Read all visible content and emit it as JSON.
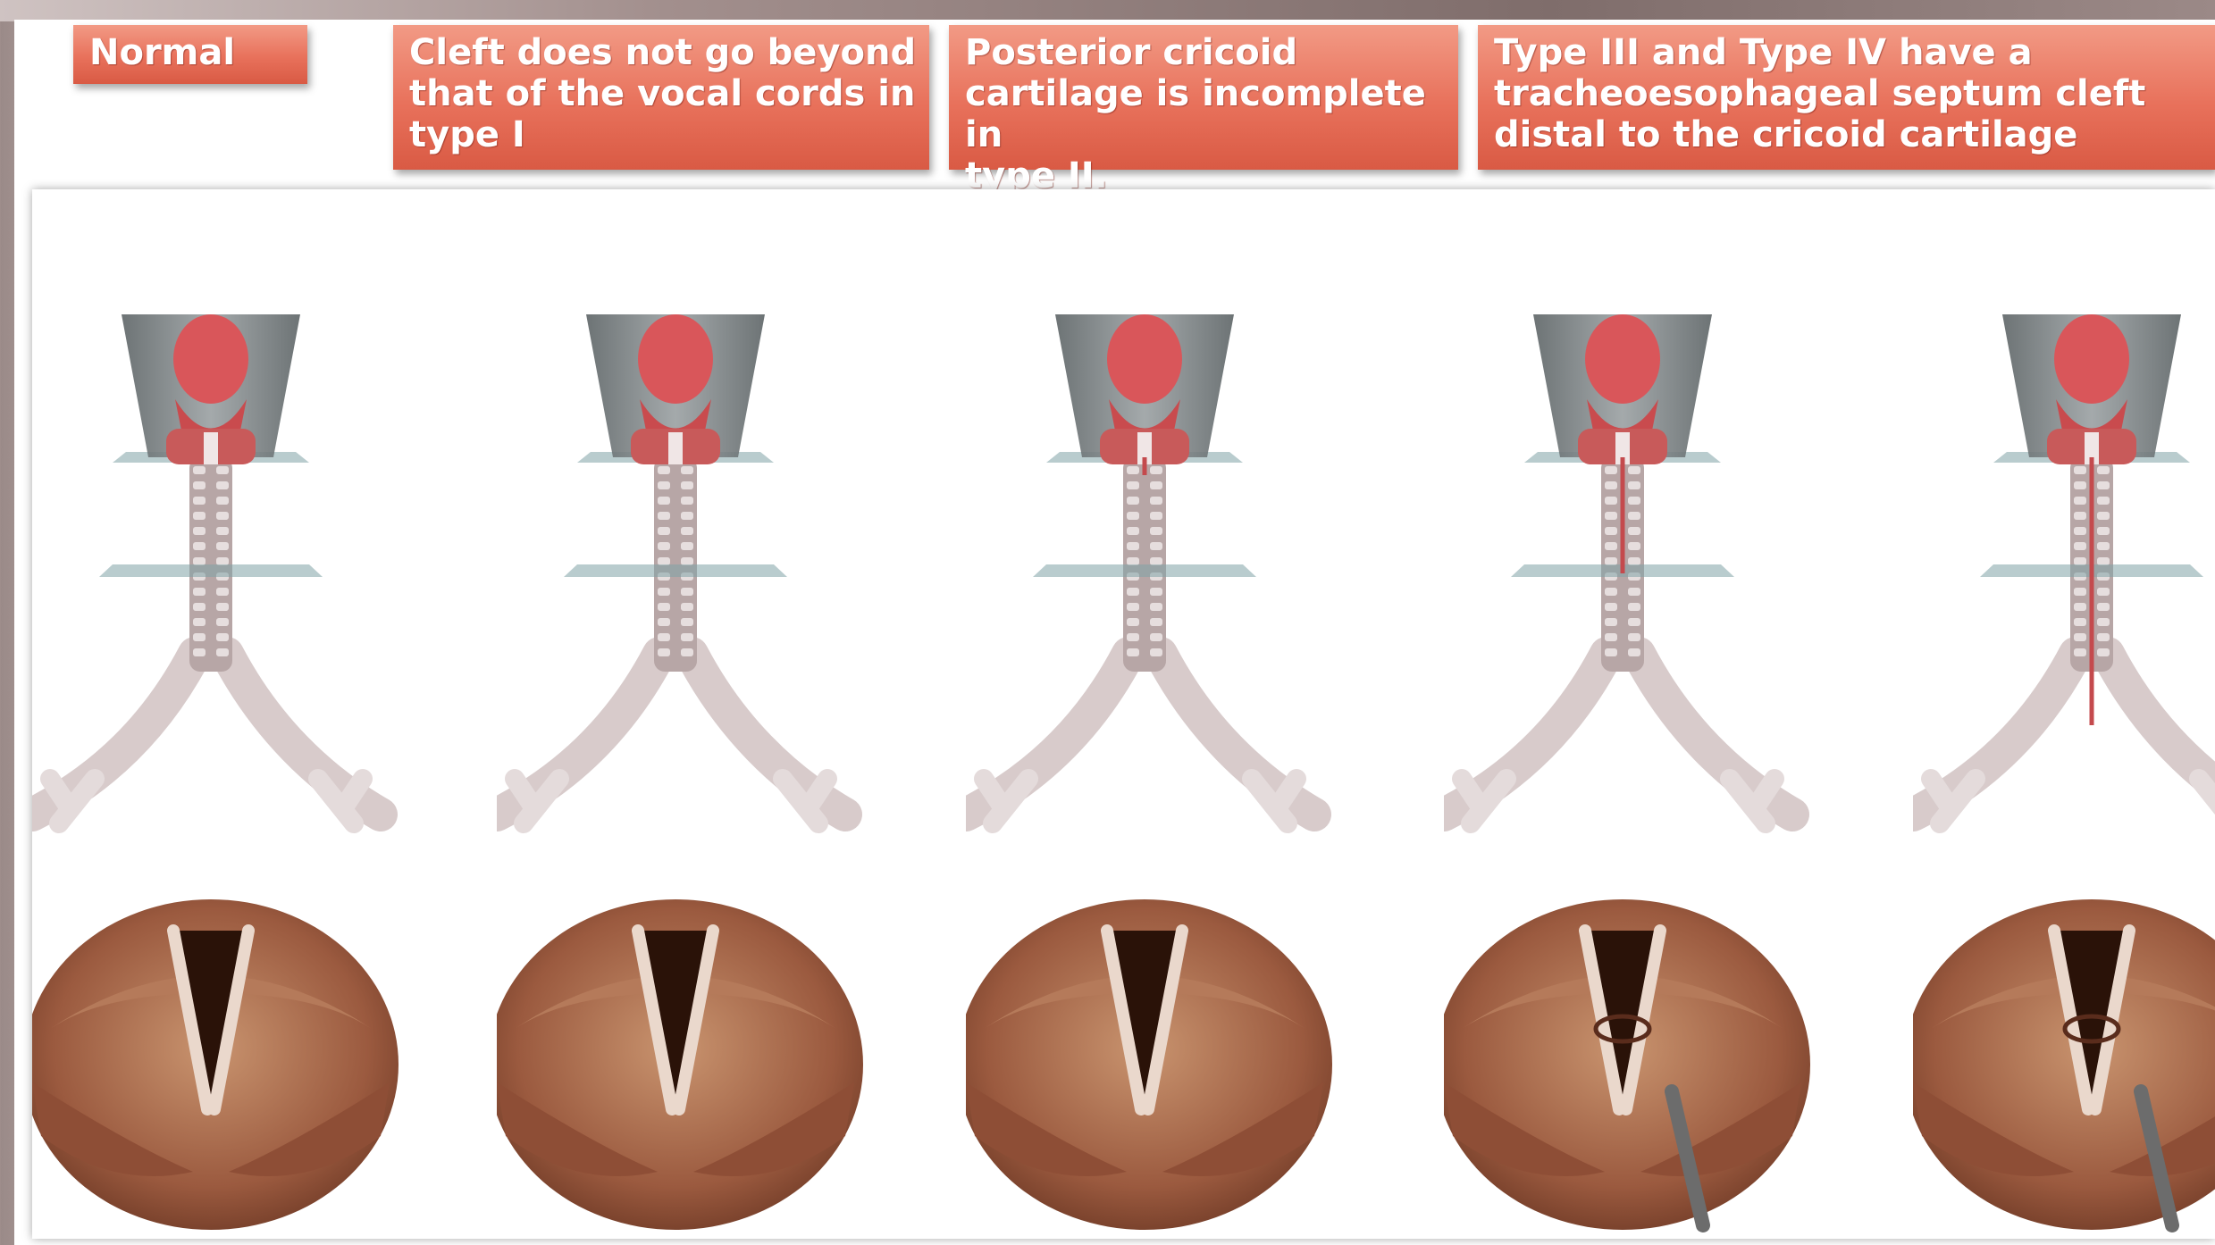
{
  "labels": {
    "normal": "Normal",
    "type1": "Cleft does not go beyond\nthat of the vocal cords in\ntype I",
    "type2": "Posterior cricoid\ncartilage is incomplete in\ntype II.",
    "type34": "Type III and Type IV have a\ntracheoesophageal septum cleft\ndistal to the cricoid cartilage"
  },
  "stages": [
    "normal",
    "type-i",
    "type-ii",
    "type-iii",
    "type-iv"
  ],
  "colors": {
    "label_fill": "#e8715b",
    "cartilage": "#c9b8b8",
    "larynx_red": "#d9565a",
    "airway_brown": "#9b5a3f"
  }
}
